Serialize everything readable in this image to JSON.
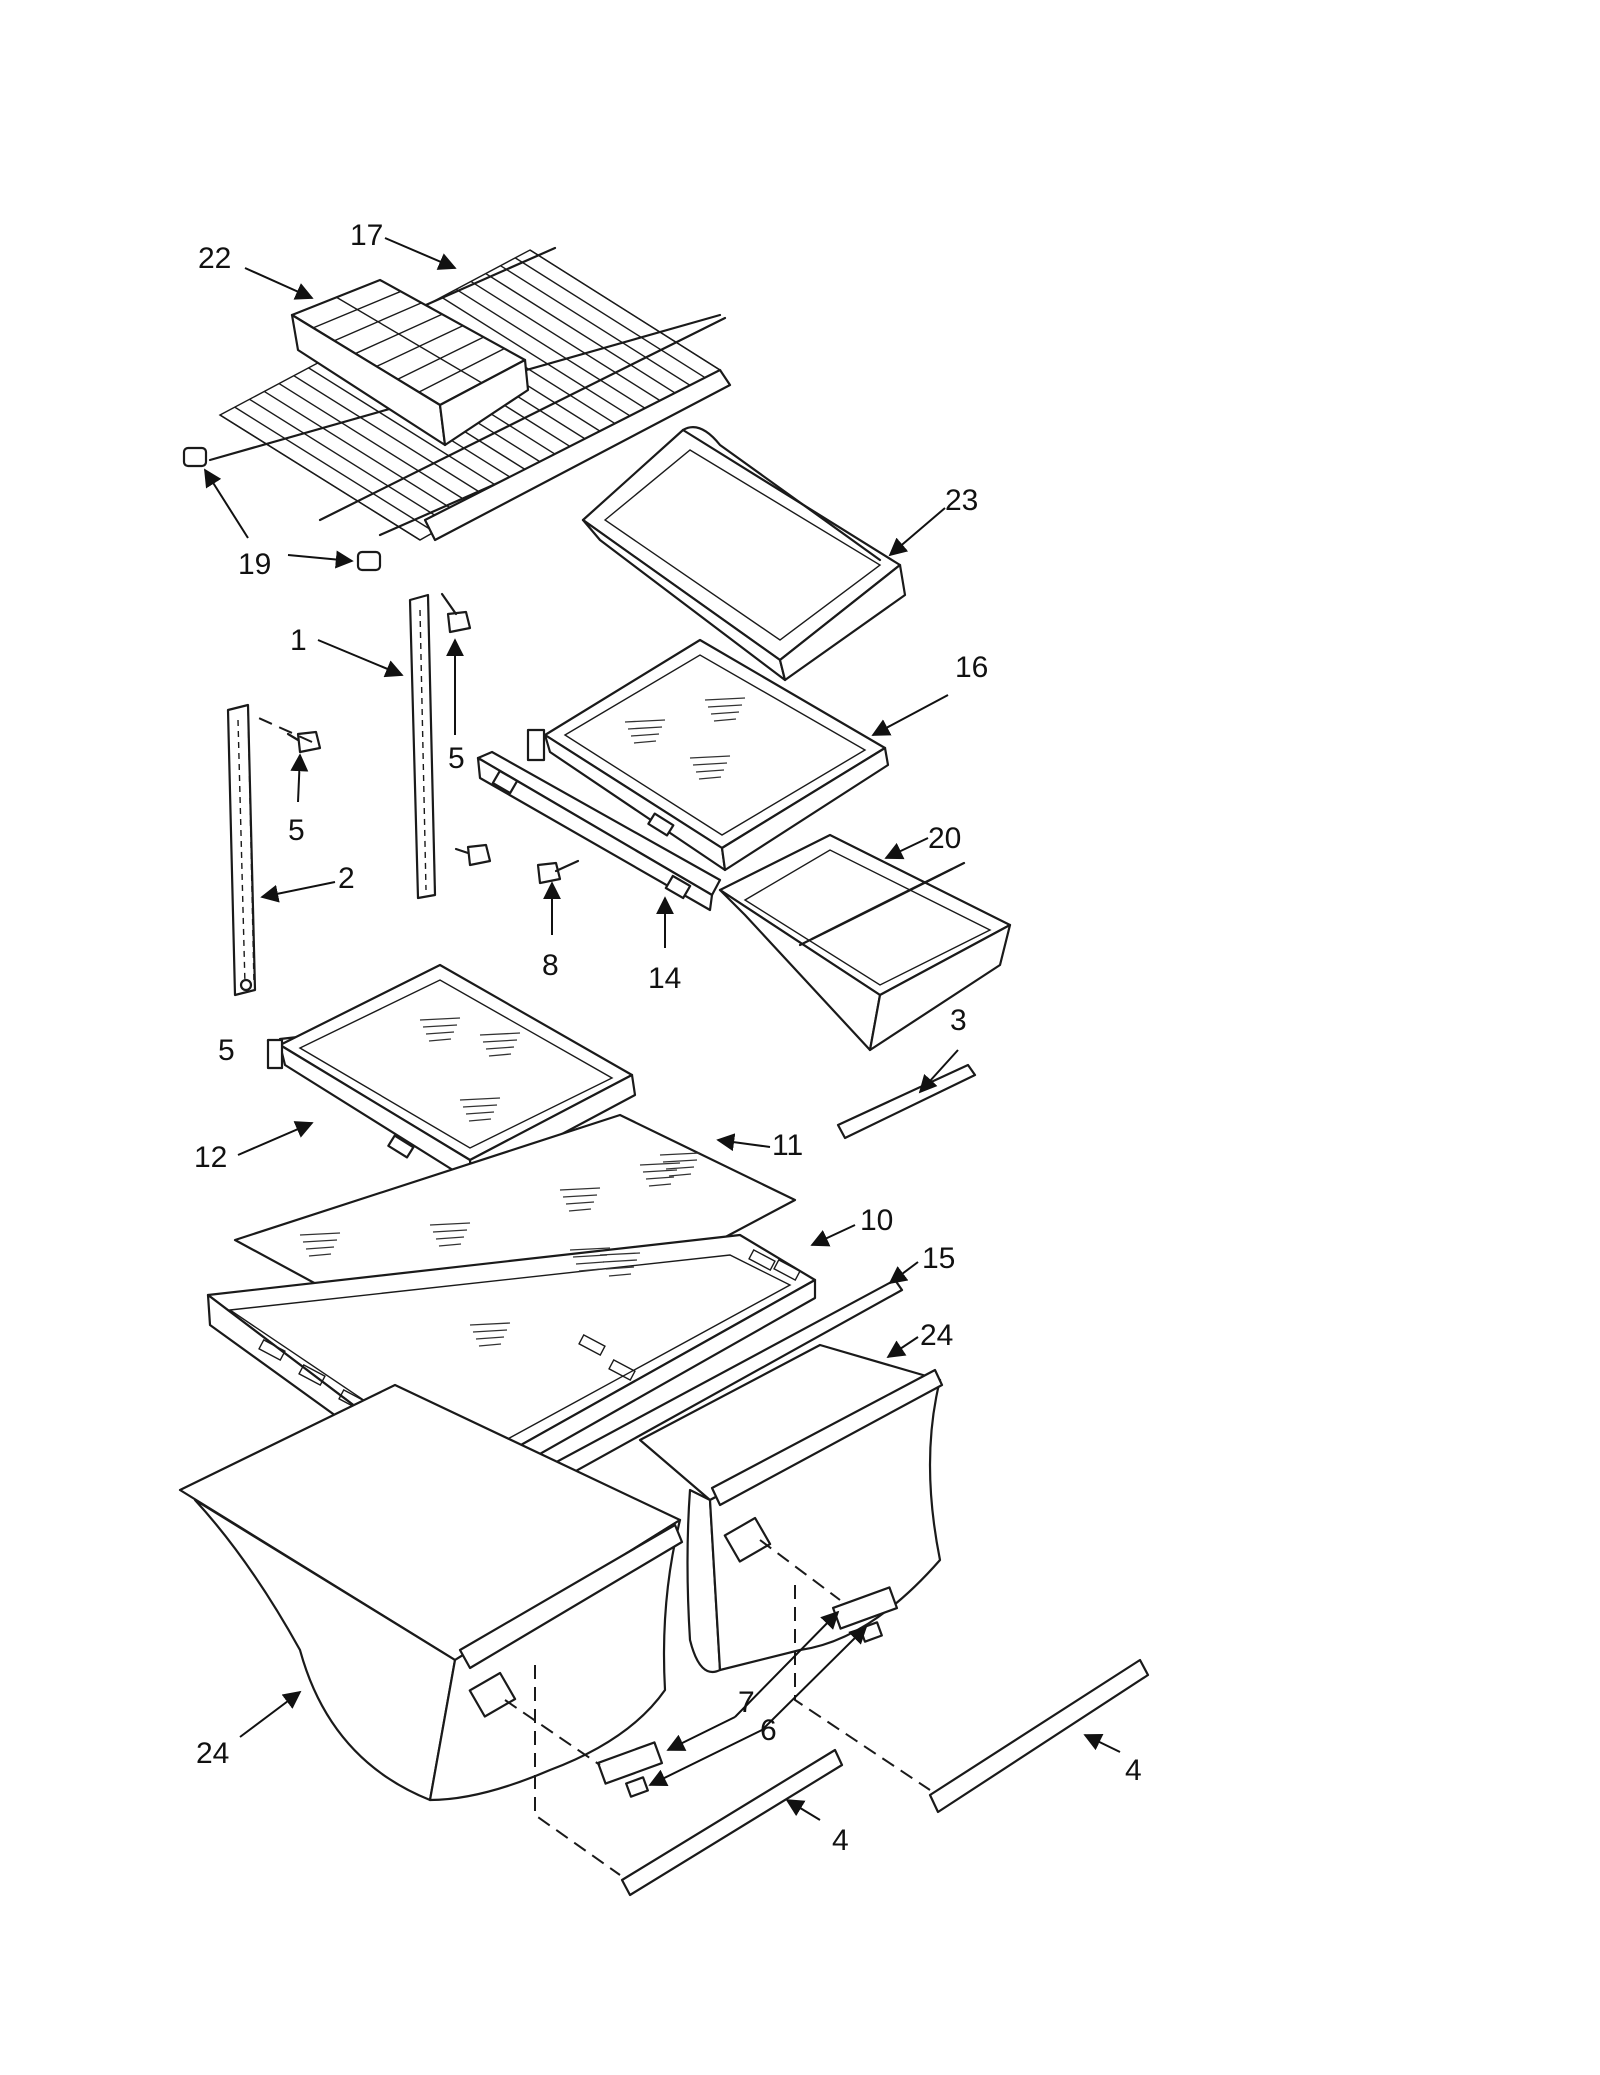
{
  "callouts": [
    {
      "id": "c22",
      "text": "22"
    },
    {
      "id": "c17",
      "text": "17"
    },
    {
      "id": "c19",
      "text": "19"
    },
    {
      "id": "c23",
      "text": "23"
    },
    {
      "id": "c1",
      "text": "1"
    },
    {
      "id": "c5a",
      "text": "5"
    },
    {
      "id": "c5b",
      "text": "5"
    },
    {
      "id": "c5c",
      "text": "5"
    },
    {
      "id": "c16",
      "text": "16"
    },
    {
      "id": "c2",
      "text": "2"
    },
    {
      "id": "c20",
      "text": "20"
    },
    {
      "id": "c8",
      "text": "8"
    },
    {
      "id": "c14",
      "text": "14"
    },
    {
      "id": "c3",
      "text": "3"
    },
    {
      "id": "c12",
      "text": "12"
    },
    {
      "id": "c11",
      "text": "11"
    },
    {
      "id": "c10",
      "text": "10"
    },
    {
      "id": "c15",
      "text": "15"
    },
    {
      "id": "c24a",
      "text": "24"
    },
    {
      "id": "c24b",
      "text": "24"
    },
    {
      "id": "c7",
      "text": "7"
    },
    {
      "id": "c6",
      "text": "6"
    },
    {
      "id": "c4a",
      "text": "4"
    },
    {
      "id": "c4b",
      "text": "4"
    }
  ]
}
